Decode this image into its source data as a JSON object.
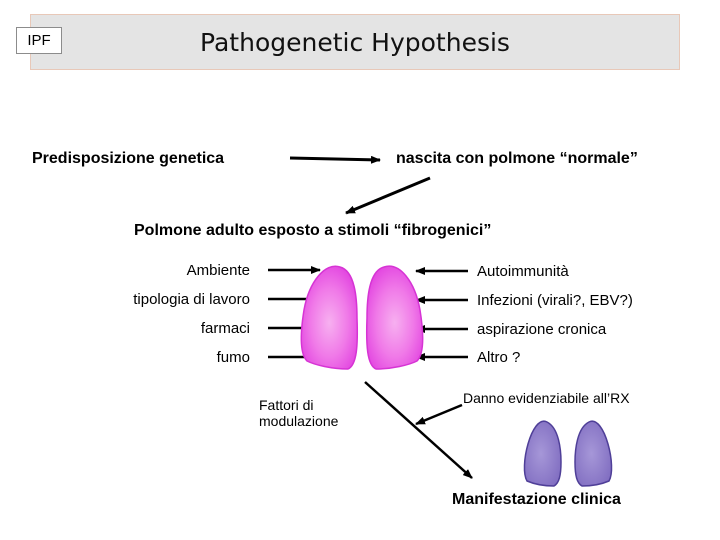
{
  "header": {
    "badge": "IPF",
    "title": "Pathogenetic Hypothesis"
  },
  "flow": {
    "predisposition": "Predisposizione genetica",
    "birth": "nascita con polmone “normale”",
    "adult": "Polmone adulto esposto a stimoli “fibrogenici”"
  },
  "left_factors": [
    "Ambiente",
    "tipologia di lavoro",
    "farmaci",
    "fumo"
  ],
  "right_factors": [
    "Autoimmunità",
    "Infezioni (virali?, EBV?)",
    "aspirazione cronica",
    "Altro ?"
  ],
  "modulation": {
    "line1": "Fattori di",
    "line2": "modulazione"
  },
  "xray_damage": "Danno evidenziabile all’RX",
  "clinical": "Manifestazione clinica",
  "colors": {
    "lung_pink": "#f26ef2",
    "lung_purple": "#8e7ccc",
    "title_bar": "#e4e4e4"
  }
}
